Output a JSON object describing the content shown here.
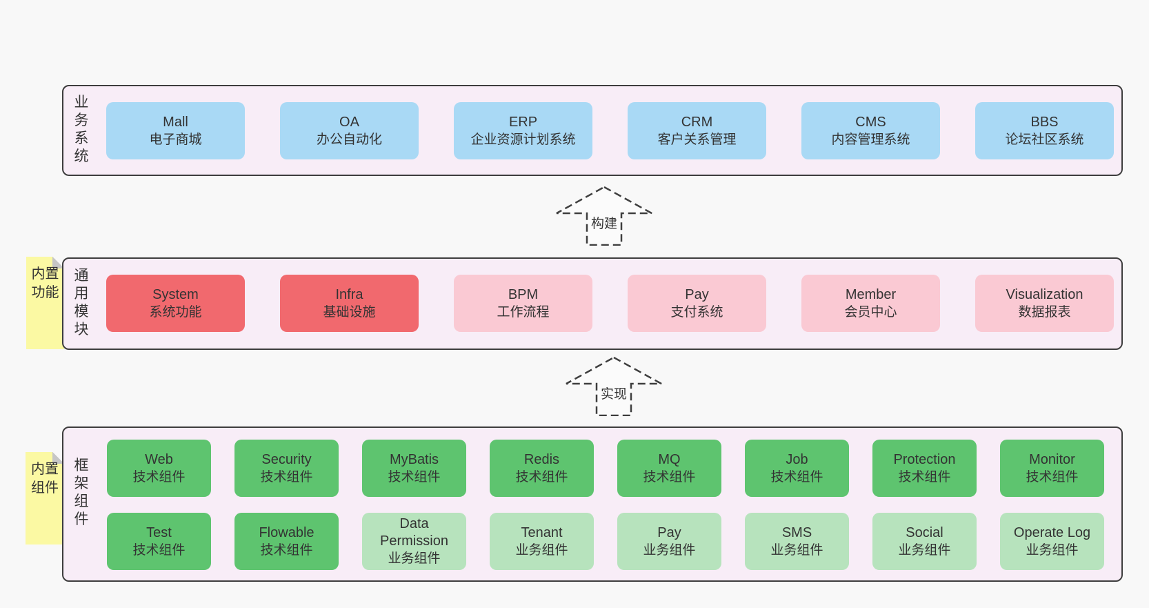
{
  "colors": {
    "page_bg": "#f8f8f8",
    "layer_bg": "#f8edf7",
    "layer_border": "#3d3d3d",
    "blue_box": "#a9d9f5",
    "red_box": "#f1696e",
    "pink_box": "#fac9d3",
    "green_box": "#5ec46f",
    "green_light_box": "#b7e3bd",
    "sticky_bg": "#fbf9a3",
    "text": "#333333"
  },
  "arrows": [
    {
      "label": "构建"
    },
    {
      "label": "实现"
    }
  ],
  "layers": [
    {
      "label": "业务系统",
      "boxes": [
        {
          "title": "Mall",
          "subtitle": "电子商城",
          "variant": "blue"
        },
        {
          "title": "OA",
          "subtitle": "办公自动化",
          "variant": "blue"
        },
        {
          "title": "ERP",
          "subtitle": "企业资源计划系统",
          "variant": "blue"
        },
        {
          "title": "CRM",
          "subtitle": "客户关系管理",
          "variant": "blue"
        },
        {
          "title": "CMS",
          "subtitle": "内容管理系统",
          "variant": "blue"
        },
        {
          "title": "BBS",
          "subtitle": "论坛社区系统",
          "variant": "blue"
        }
      ]
    },
    {
      "label": "通用模块",
      "sticky": "内置功能",
      "boxes": [
        {
          "title": "System",
          "subtitle": "系统功能",
          "variant": "red"
        },
        {
          "title": "Infra",
          "subtitle": "基础设施",
          "variant": "red"
        },
        {
          "title": "BPM",
          "subtitle": "工作流程",
          "variant": "pink"
        },
        {
          "title": "Pay",
          "subtitle": "支付系统",
          "variant": "pink"
        },
        {
          "title": "Member",
          "subtitle": "会员中心",
          "variant": "pink"
        },
        {
          "title": "Visualization",
          "subtitle": "数据报表",
          "variant": "pink"
        }
      ]
    },
    {
      "label": "框架组件",
      "sticky": "内置组件",
      "rows": [
        [
          {
            "title": "Web",
            "subtitle": "技术组件",
            "variant": "green"
          },
          {
            "title": "Security",
            "subtitle": "技术组件",
            "variant": "green"
          },
          {
            "title": "MyBatis",
            "subtitle": "技术组件",
            "variant": "green"
          },
          {
            "title": "Redis",
            "subtitle": "技术组件",
            "variant": "green"
          },
          {
            "title": "MQ",
            "subtitle": "技术组件",
            "variant": "green"
          },
          {
            "title": "Job",
            "subtitle": "技术组件",
            "variant": "green"
          },
          {
            "title": "Protection",
            "subtitle": "技术组件",
            "variant": "green"
          },
          {
            "title": "Monitor",
            "subtitle": "技术组件",
            "variant": "green"
          }
        ],
        [
          {
            "title": "Test",
            "subtitle": "技术组件",
            "variant": "green"
          },
          {
            "title": "Flowable",
            "subtitle": "技术组件",
            "variant": "green"
          },
          {
            "title": "Data Permission",
            "subtitle": "业务组件",
            "variant": "green-light"
          },
          {
            "title": "Tenant",
            "subtitle": "业务组件",
            "variant": "green-light"
          },
          {
            "title": "Pay",
            "subtitle": "业务组件",
            "variant": "green-light"
          },
          {
            "title": "SMS",
            "subtitle": "业务组件",
            "variant": "green-light"
          },
          {
            "title": "Social",
            "subtitle": "业务组件",
            "variant": "green-light"
          },
          {
            "title": "Operate Log",
            "subtitle": "业务组件",
            "variant": "green-light"
          }
        ]
      ]
    }
  ]
}
